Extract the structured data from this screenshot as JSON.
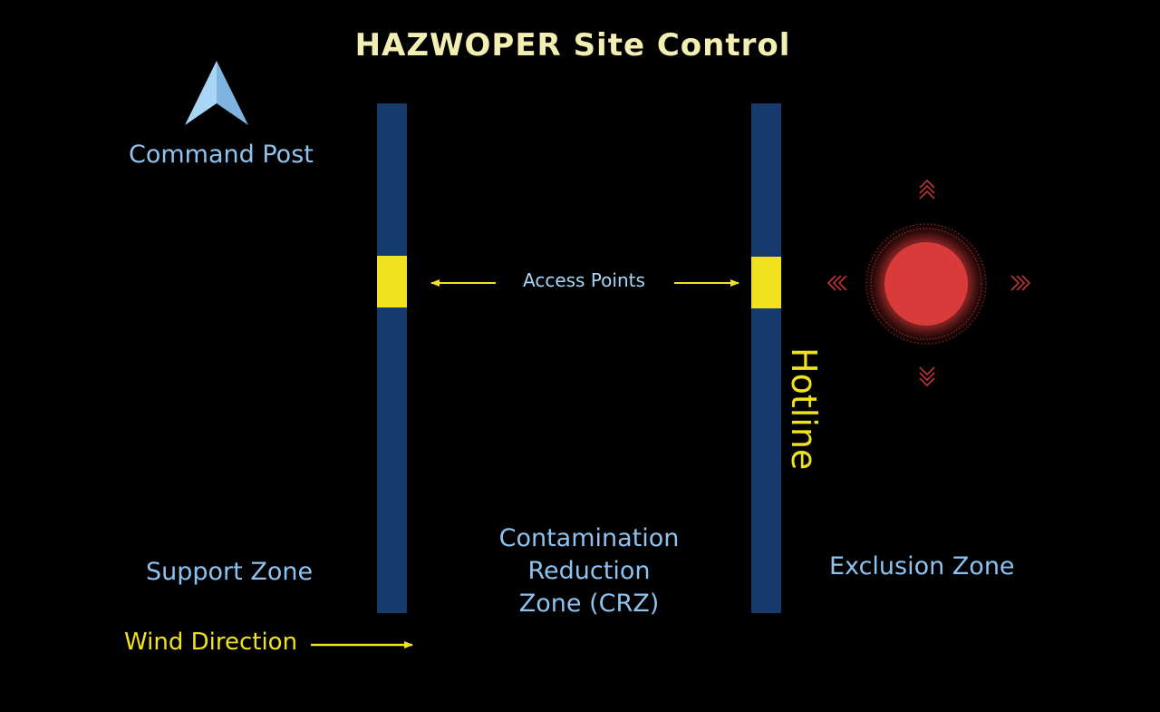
{
  "title": "HAZWOPER Site Control",
  "labels": {
    "command_post": "Command Post",
    "support_zone": "Support Zone",
    "crz_lines": [
      "Contamination",
      "Reduction",
      "Zone (CRZ)"
    ],
    "exclusion_zone": "Exclusion Zone",
    "access_points": "Access Points",
    "hotline": "Hotline",
    "wind_direction": "Wind Direction"
  },
  "colors": {
    "background": "#000000",
    "title": "#F3EEB2",
    "zone_text": "#8EC3F0",
    "barrier": "#173A6C",
    "access_point": "#F0E21E",
    "accent_yellow": "#F0E21E",
    "hazard": "#D93A3A",
    "hazard_arrows": "#C23434",
    "command_post_icon": "#A9D6F7"
  },
  "icons": {
    "command_post": "arrow-marker-icon",
    "hazard_source": "hazard-source-icon",
    "spread_arrows": "chevron-triple-icon"
  }
}
